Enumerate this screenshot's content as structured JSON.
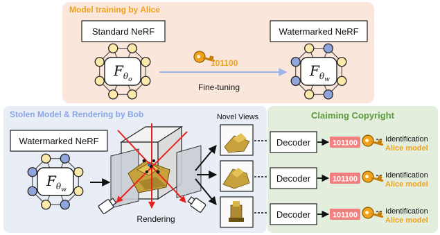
{
  "training": {
    "title": "Model training by Alice",
    "standard_label": "Standard NeRF",
    "watermarked_label": "Watermarked NeRF",
    "key_code": "101100",
    "finetune_label": "Fine-tuning",
    "f_symbol": "F",
    "sub_theta": "θ",
    "sub_o": "o",
    "sub_w": "w"
  },
  "stolen": {
    "title": "Stolen Model & Rendering by Bob",
    "watermarked_label": "Watermarked NeRF",
    "rendering_label": "Rendering",
    "novel_views_label": "Novel Views"
  },
  "claim": {
    "title": "Claiming Copyright",
    "rows": [
      {
        "decoder": "Decoder",
        "code": "101100",
        "identification": "Identification",
        "owner": "Alice model"
      },
      {
        "decoder": "Decoder",
        "code": "101100",
        "identification": "Identification",
        "owner": "Alice model"
      },
      {
        "decoder": "Decoder",
        "code": "101100",
        "identification": "Identification",
        "owner": "Alice model"
      }
    ]
  },
  "colors": {
    "training_bg": "#fbe6dc",
    "stolen_bg": "#e9edf5",
    "claim_bg": "#e3eedd",
    "orange": "#f0a21c",
    "blue_title": "#8aa6e6",
    "green_title": "#5c9a3d",
    "code_bg": "#f08080",
    "node_yellow": "#fde9a9",
    "node_blue": "#8fa5dc",
    "red": "#e8231f"
  }
}
